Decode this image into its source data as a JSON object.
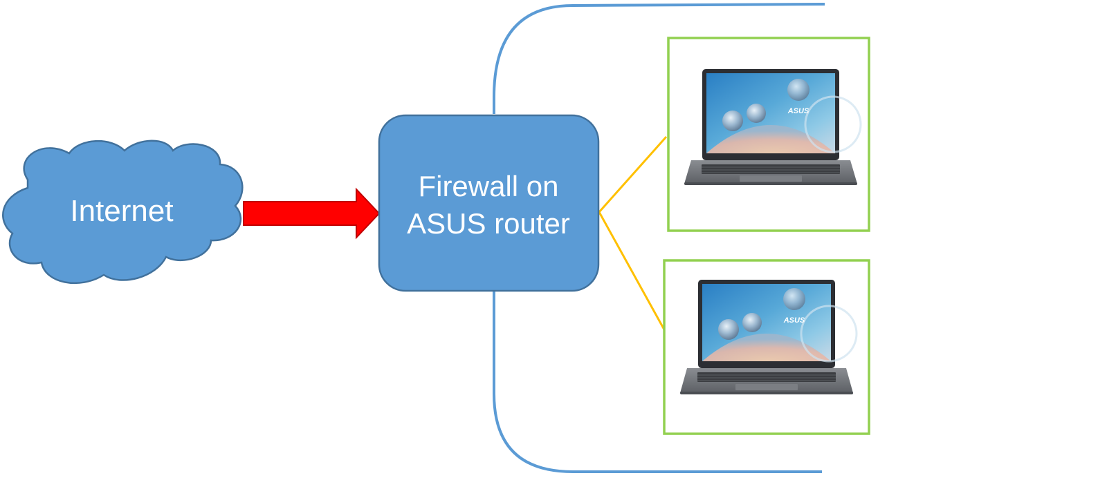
{
  "nodes": {
    "internet": {
      "label": "Internet"
    },
    "firewall": {
      "label_line1": "Firewall on",
      "label_line2": "ASUS router"
    },
    "laptops": [
      {
        "brand_text": "ASUS"
      },
      {
        "brand_text": "ASUS"
      }
    ]
  },
  "colors": {
    "cloud_fill": "#5b9bd5",
    "cloud_stroke": "#41719c",
    "router_fill": "#5b9bd5",
    "router_stroke": "#41719c",
    "arrow": "#ff0000",
    "network_boundary": "#5b9bd5",
    "connector": "#ffc000",
    "laptop_frame": "#92d050"
  }
}
